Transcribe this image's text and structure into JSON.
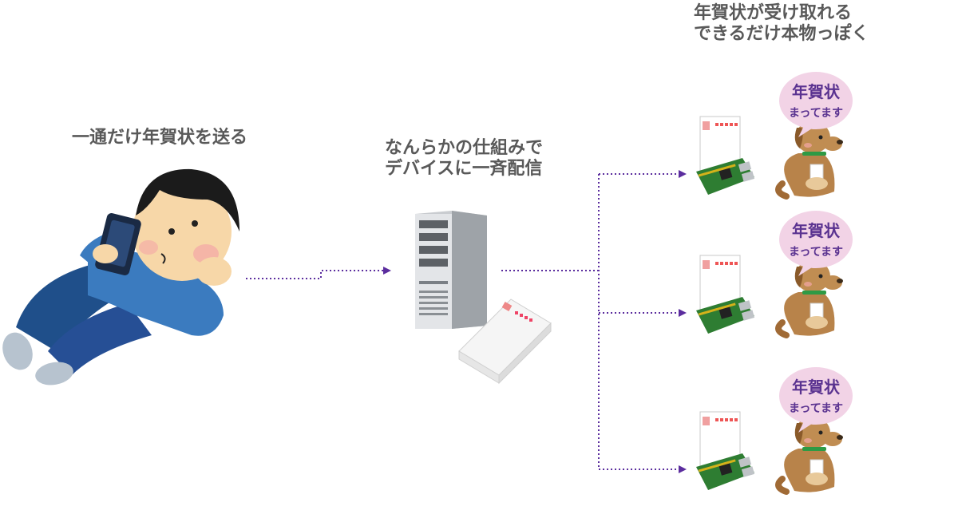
{
  "labels": {
    "user": "一通だけ年賀状を送る",
    "server_line1": "なんらかの仕組みで",
    "server_line2": "デバイスに一斉配信",
    "devices_line1": "年賀状が受け取れる",
    "devices_line2": "できるだけ本物っぽく"
  },
  "bubble": {
    "line1": "年賀状",
    "line2": "まってます"
  },
  "colors": {
    "arrow": "#5b2d9e",
    "label_text": "#595959",
    "bubble_fill": "#f2d3e6",
    "bubble_text": "#5a3290",
    "pcb": "#2e7d32"
  },
  "icons": [
    "person-lying-with-phone-icon",
    "server-icon",
    "postcard-stack-icon",
    "raspberry-pi-icon",
    "postcard-icon",
    "dog-icon",
    "speech-bubble-icon"
  ]
}
